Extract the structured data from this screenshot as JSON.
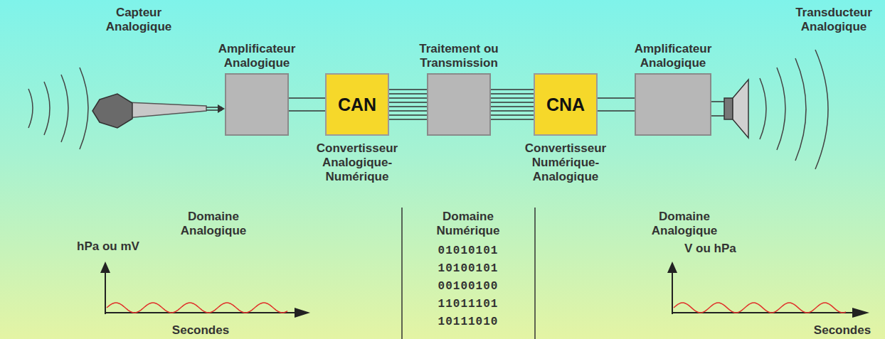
{
  "diagram": {
    "nodes": [
      {
        "text": [
          "Amplificateur Analogique"
        ]
      },
      {
        "text": [
          "CAN",
          "Convertisseur Analogique-Numérique"
        ]
      },
      {
        "text": [
          "Traitement ou Transmission"
        ]
      },
      {
        "text": [
          "CNA",
          "Convertisseur Numérique-Analogique"
        ]
      },
      {
        "text": [
          "Amplificateur Analogique"
        ]
      }
    ],
    "edges": [
      {
        "from": 0,
        "to": 1,
        "arrow": "none"
      },
      {
        "from": 1,
        "to": 2,
        "arrow": "none"
      },
      {
        "from": 2,
        "to": 3,
        "arrow": "none"
      },
      {
        "from": 3,
        "to": 4,
        "arrow": "none"
      }
    ],
    "labels": [
      "Capteur Analogique",
      "Transducteur Analogique",
      "Domaine Analogique",
      "hPa ou mV",
      "Secondes",
      "Domaine Numérique",
      "01010101",
      "10100101",
      "00100100",
      "11011101",
      "10111010",
      "Domaine Analogique",
      "V ou hPa",
      "Secondes"
    ]
  }
}
